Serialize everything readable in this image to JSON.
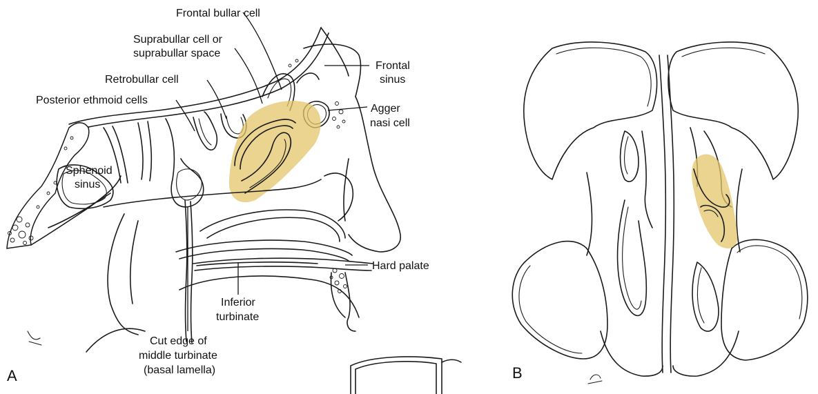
{
  "panel_a": {
    "letter": "A",
    "labels": {
      "frontal_bullar_cell": "Frontal bullar cell",
      "suprabullar_line1": "Suprabullar cell or",
      "suprabullar_line2": "suprabullar space",
      "retrobullar_cell": "Retrobullar cell",
      "posterior_ethmoid": "Posterior ethmoid cells",
      "frontal_sinus_line1": "Frontal",
      "frontal_sinus_line2": "sinus",
      "agger_line1": "Agger",
      "agger_line2": "nasi cell",
      "sphenoid_line1": "Sphenoid",
      "sphenoid_line2": "sinus",
      "hard_palate": "Hard palate",
      "inferior_line1": "Inferior",
      "inferior_line2": "turbinate",
      "cut_edge_line1": "Cut edge of",
      "cut_edge_line2": "middle turbinate",
      "cut_edge_line3": "(basal lamella)"
    }
  },
  "panel_b": {
    "letter": "B"
  },
  "colors": {
    "highlight": "#e3c56a",
    "ink": "#1a1a1a"
  }
}
